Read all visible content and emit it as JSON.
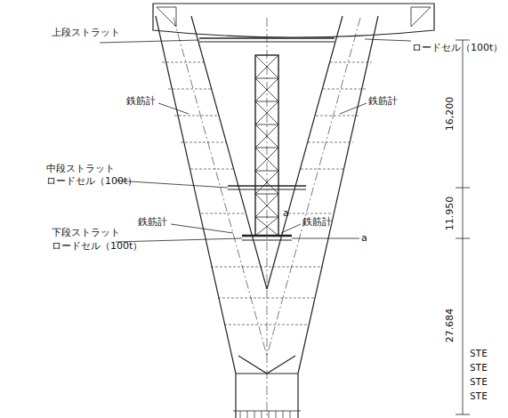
{
  "diagram": {
    "labels": [
      "ロードセル（100t）",
      "上段ストラット",
      "鉄筋計",
      "鉄筋計",
      "中段ストラット",
      "ロードセル（100t）",
      "鉄筋計",
      "鉄筋計",
      "下段ストラット",
      "ロードセル（100t）",
      "16,200",
      "11.950",
      "27.684",
      "a",
      "a",
      "STE",
      "STE",
      "STE",
      "STE"
    ]
  }
}
